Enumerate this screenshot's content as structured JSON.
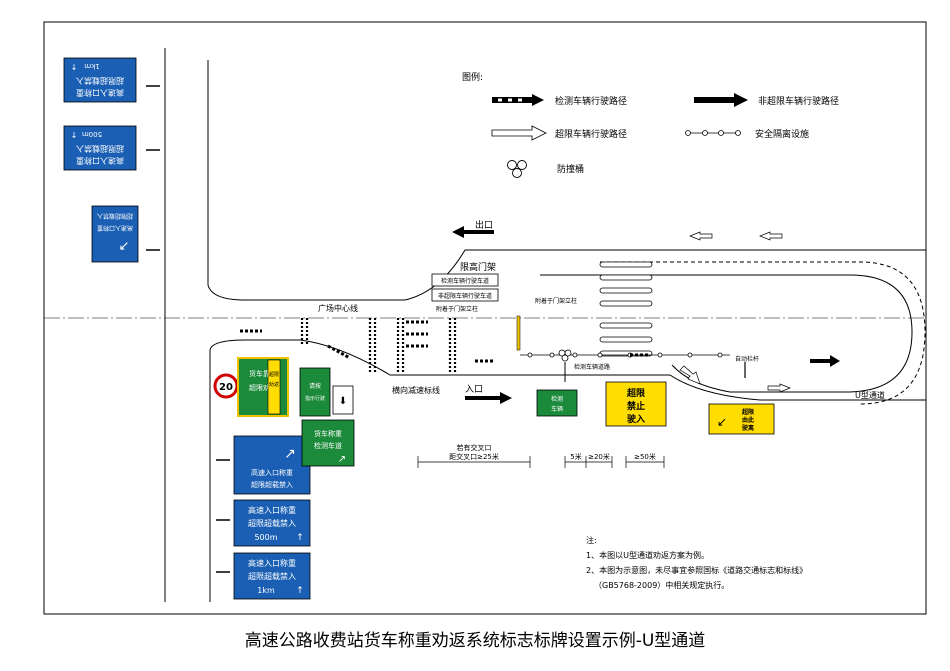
{
  "caption": "高速公路收费站货车称重劝返系统标志标牌设置示例-U型通道",
  "legend": {
    "title": "图例:",
    "items": [
      {
        "label": "检测车辆行驶路径"
      },
      {
        "label": "非超限车辆行驶路径"
      },
      {
        "label": "超限车辆行驶路径"
      },
      {
        "label": "安全隔离设施"
      },
      {
        "label": "防撞桶"
      }
    ]
  },
  "labels": {
    "exit": "出口",
    "entry": "入口",
    "gantry": "限高门架",
    "plaza_center": "广场中心线",
    "transverse": "横向减速标线",
    "u_channel": "U型通道",
    "auto_gate": "自动栏杆",
    "pole_top": "附着于门架立柱",
    "pole_mid": "附着于门架立柱",
    "booth": "检测车辆道路",
    "dist_left_1": "若有交叉口",
    "dist_left_2": "距交叉口≥25米",
    "dist_5": "5米",
    "dist_20": "≥20米",
    "dist_50": "≥50米"
  },
  "notes": {
    "title": "注:",
    "line1": "1、本图以U型通道劝返方案为例。",
    "line2": "2、本图为示意图，未尽事宜参照国标《道路交通标志和标线》",
    "line3": "（GB5768-2009）中相关规定执行。"
  },
  "signs": {
    "rot1": {
      "line1": "高速入口称重",
      "line2": "超限超载禁入",
      "dist": "1km"
    },
    "rot2": {
      "line1": "高速入口称重",
      "line2": "超限超载禁入",
      "dist": "500m"
    },
    "rot3": {
      "line1": "高速入口称重",
      "line2": "超限超载禁入"
    },
    "b1": {
      "line1": "高速入口称重",
      "line2": "超限超载禁入"
    },
    "b2": {
      "line1": "高速入口称重",
      "line2": "超限超载禁入",
      "dist": "500m"
    },
    "b3": {
      "line1": "高速入口称重",
      "line2": "超限超载禁入",
      "dist": "1km"
    },
    "speed": "20",
    "g1": {
      "line1": "货车靠右",
      "line2": "超限劝返"
    },
    "g2": {
      "line1": "货车称重",
      "line2": "检测车道"
    },
    "y1": {
      "line1": "超限",
      "line2": "禁止",
      "line3": "驶入"
    },
    "y2": {
      "line1": "超限",
      "line2": "由此",
      "line3": "驶离"
    },
    "y3": {
      "line1": "超限",
      "line2": "劝返"
    },
    "sm1": {
      "line1": "检测",
      "line2": "车辆"
    },
    "sm2": {
      "line1": "请按",
      "line2": "指示行驶"
    },
    "overhead1": "检测车辆行驶车道",
    "overhead2": "非超限车辆行驶车道"
  }
}
